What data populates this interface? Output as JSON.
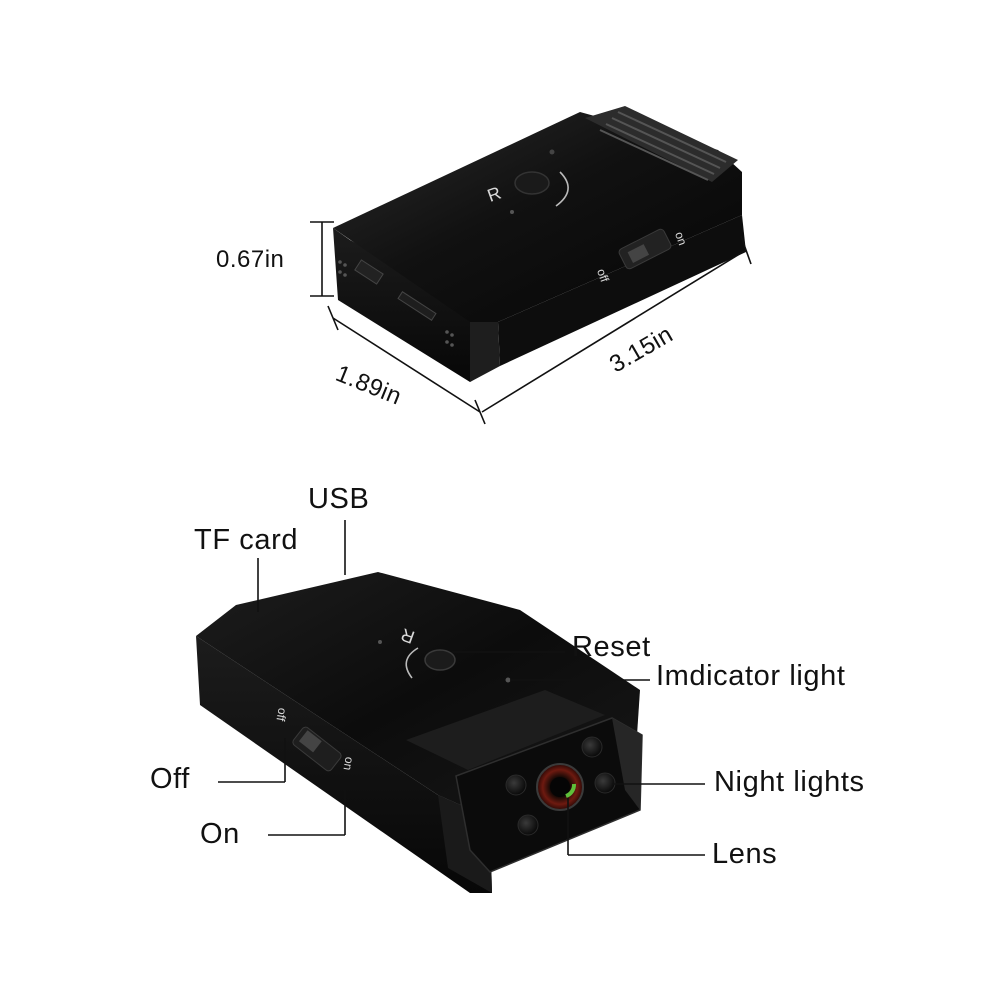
{
  "dimensions": {
    "height": "0.67in",
    "width": "1.89in",
    "length": "3.15in"
  },
  "device_markings": {
    "reset_letter": "R",
    "switch_on": "on",
    "switch_off": "off"
  },
  "callouts": {
    "usb": "USB",
    "tf_card": "TF card",
    "reset": "Reset",
    "indicator_light": "Imdicator light",
    "off": "Off",
    "on": "On",
    "night_lights": "Night lights",
    "lens": "Lens"
  },
  "colors": {
    "body": "#0b0b0b",
    "edge": "#2a2a2a",
    "lens_ring": "#8a1a10",
    "lens_glint": "#5fbf3a"
  }
}
